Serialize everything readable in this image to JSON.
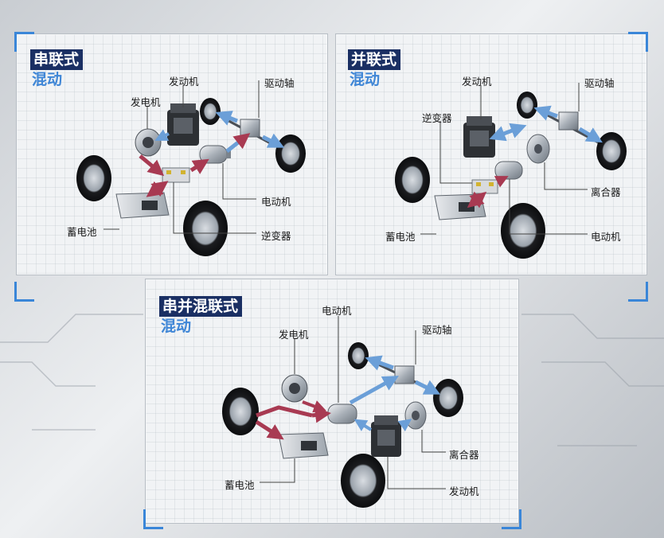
{
  "panels": {
    "series": {
      "title_line1": "串联式",
      "title_line2": "混动",
      "labels": {
        "engine": "发动机",
        "generator": "发电机",
        "drive_shaft": "驱动轴",
        "motor": "电动机",
        "battery": "蓄电池",
        "inverter": "逆变器"
      }
    },
    "parallel": {
      "title_line1": "并联式",
      "title_line2": "混动",
      "labels": {
        "engine": "发动机",
        "drive_shaft": "驱动轴",
        "inverter": "逆变器",
        "clutch": "离合器",
        "battery": "蓄电池",
        "motor": "电动机"
      }
    },
    "series_parallel": {
      "title_line1": "串并混联式",
      "title_line2": "混动",
      "labels": {
        "motor": "电动机",
        "generator": "发电机",
        "drive_shaft": "驱动轴",
        "clutch": "离合器",
        "battery": "蓄电池",
        "engine": "发动机"
      }
    }
  },
  "colors": {
    "title_bg": "#1a2f63",
    "title_accent": "#3f86d6",
    "corner_accent": "#3a86d8",
    "electric_arrow": "#a83a52",
    "mechanical_arrow": "#6b9fd8"
  }
}
